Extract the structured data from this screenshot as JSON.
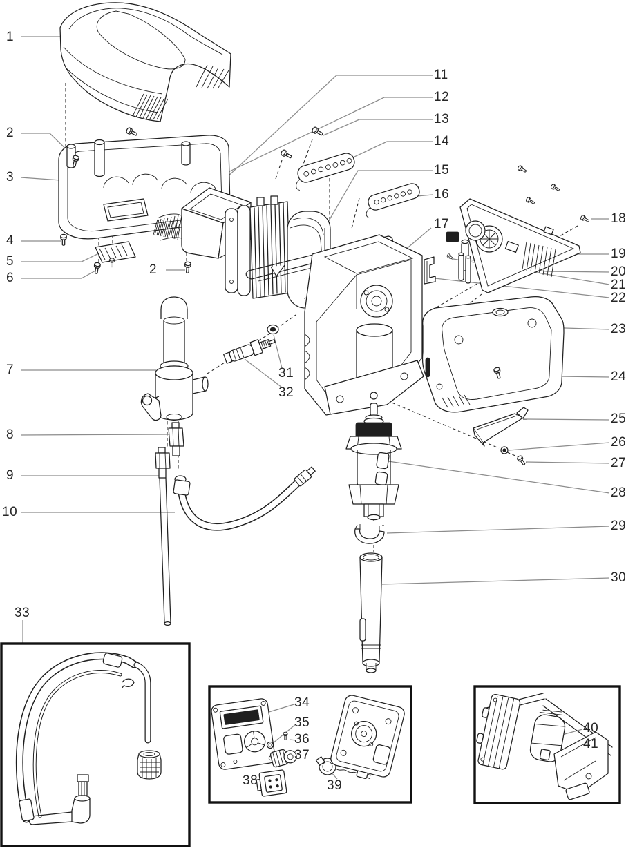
{
  "colors": {
    "outline": "#1f1f1f",
    "leader_line": "#8c8c8c",
    "label_text": "#262626",
    "background": "#ffffff"
  },
  "callouts": {
    "c1": {
      "label": "1"
    },
    "c2a": {
      "label": "2"
    },
    "c2b": {
      "label": "2"
    },
    "c3": {
      "label": "3"
    },
    "c4": {
      "label": "4"
    },
    "c5": {
      "label": "5"
    },
    "c6": {
      "label": "6"
    },
    "c7": {
      "label": "7"
    },
    "c8": {
      "label": "8"
    },
    "c9": {
      "label": "9"
    },
    "c10": {
      "label": "10"
    },
    "c11": {
      "label": "11"
    },
    "c12": {
      "label": "12"
    },
    "c13": {
      "label": "13"
    },
    "c14": {
      "label": "14"
    },
    "c15": {
      "label": "15"
    },
    "c16": {
      "label": "16"
    },
    "c17": {
      "label": "17"
    },
    "c18": {
      "label": "18"
    },
    "c19": {
      "label": "19"
    },
    "c20": {
      "label": "20"
    },
    "c21": {
      "label": "21"
    },
    "c22": {
      "label": "22"
    },
    "c23": {
      "label": "23"
    },
    "c24": {
      "label": "24"
    },
    "c25": {
      "label": "25"
    },
    "c26": {
      "label": "26"
    },
    "c27": {
      "label": "27"
    },
    "c28": {
      "label": "28"
    },
    "c29": {
      "label": "29"
    },
    "c30": {
      "label": "30"
    },
    "c31": {
      "label": "31"
    },
    "c32": {
      "label": "32"
    },
    "c33": {
      "label": "33"
    },
    "c34": {
      "label": "34"
    },
    "c35": {
      "label": "35"
    },
    "c36": {
      "label": "36"
    },
    "c37": {
      "label": "37"
    },
    "c38": {
      "label": "38"
    },
    "c39": {
      "label": "39"
    },
    "c40": {
      "label": "40"
    },
    "c41": {
      "label": "41"
    }
  }
}
